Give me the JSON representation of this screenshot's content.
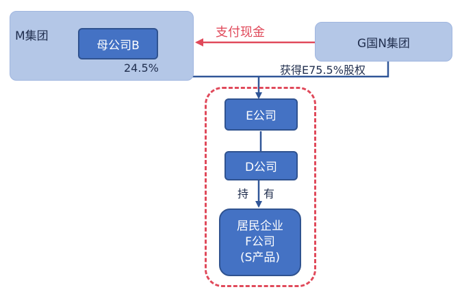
{
  "diagram": {
    "m_group": {
      "label": "M集团"
    },
    "parent_b": {
      "label": "母公司B"
    },
    "g_group": {
      "label": "G国N集团"
    },
    "pay_cash": {
      "label": "支付现金"
    },
    "stake_b": {
      "label": "24.5%"
    },
    "stake_g": {
      "label": "获得E75.5%股权"
    },
    "company_e": {
      "label": "E公司"
    },
    "company_d": {
      "label": "D公司"
    },
    "hold_1": {
      "label": "持"
    },
    "hold_2": {
      "label": "有"
    },
    "company_f": {
      "line1": "居民企业",
      "line2": "F公司",
      "line3": "(S产品)"
    }
  },
  "colors": {
    "group_fill": "#b4c7e7",
    "node_fill": "#4472c4",
    "node_border": "#2f528f",
    "line": "#2f5597",
    "cash_arrow": "#e0495a",
    "dashed_border": "#e0495a"
  }
}
